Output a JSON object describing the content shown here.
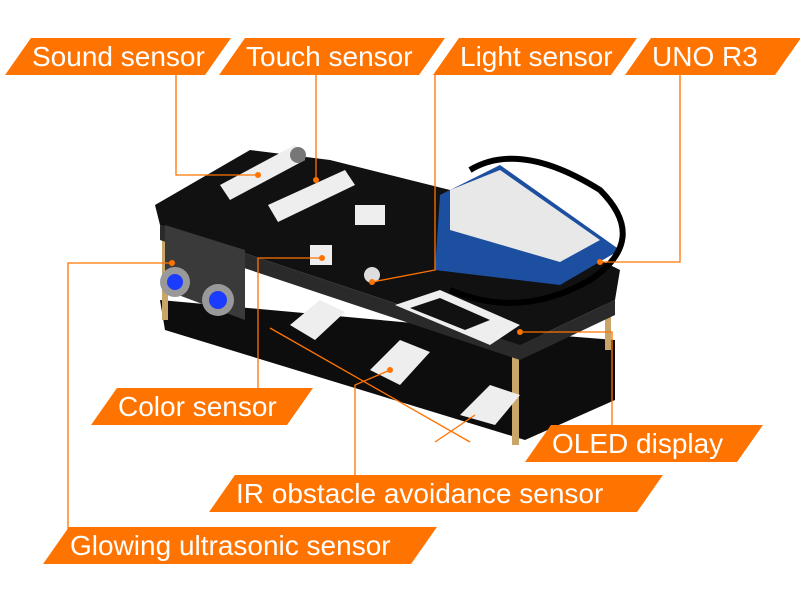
{
  "labels": {
    "sound": "Sound sensor",
    "touch": "Touch sensor",
    "light": "Light sensor",
    "uno": "UNO R3",
    "color": "Color sensor",
    "oled": "OLED display",
    "ir": "IR obstacle avoidance sensor",
    "ultrasonic": "Glowing ultrasonic sensor"
  },
  "colors": {
    "accent": "#ff7300",
    "board": "#111111"
  }
}
